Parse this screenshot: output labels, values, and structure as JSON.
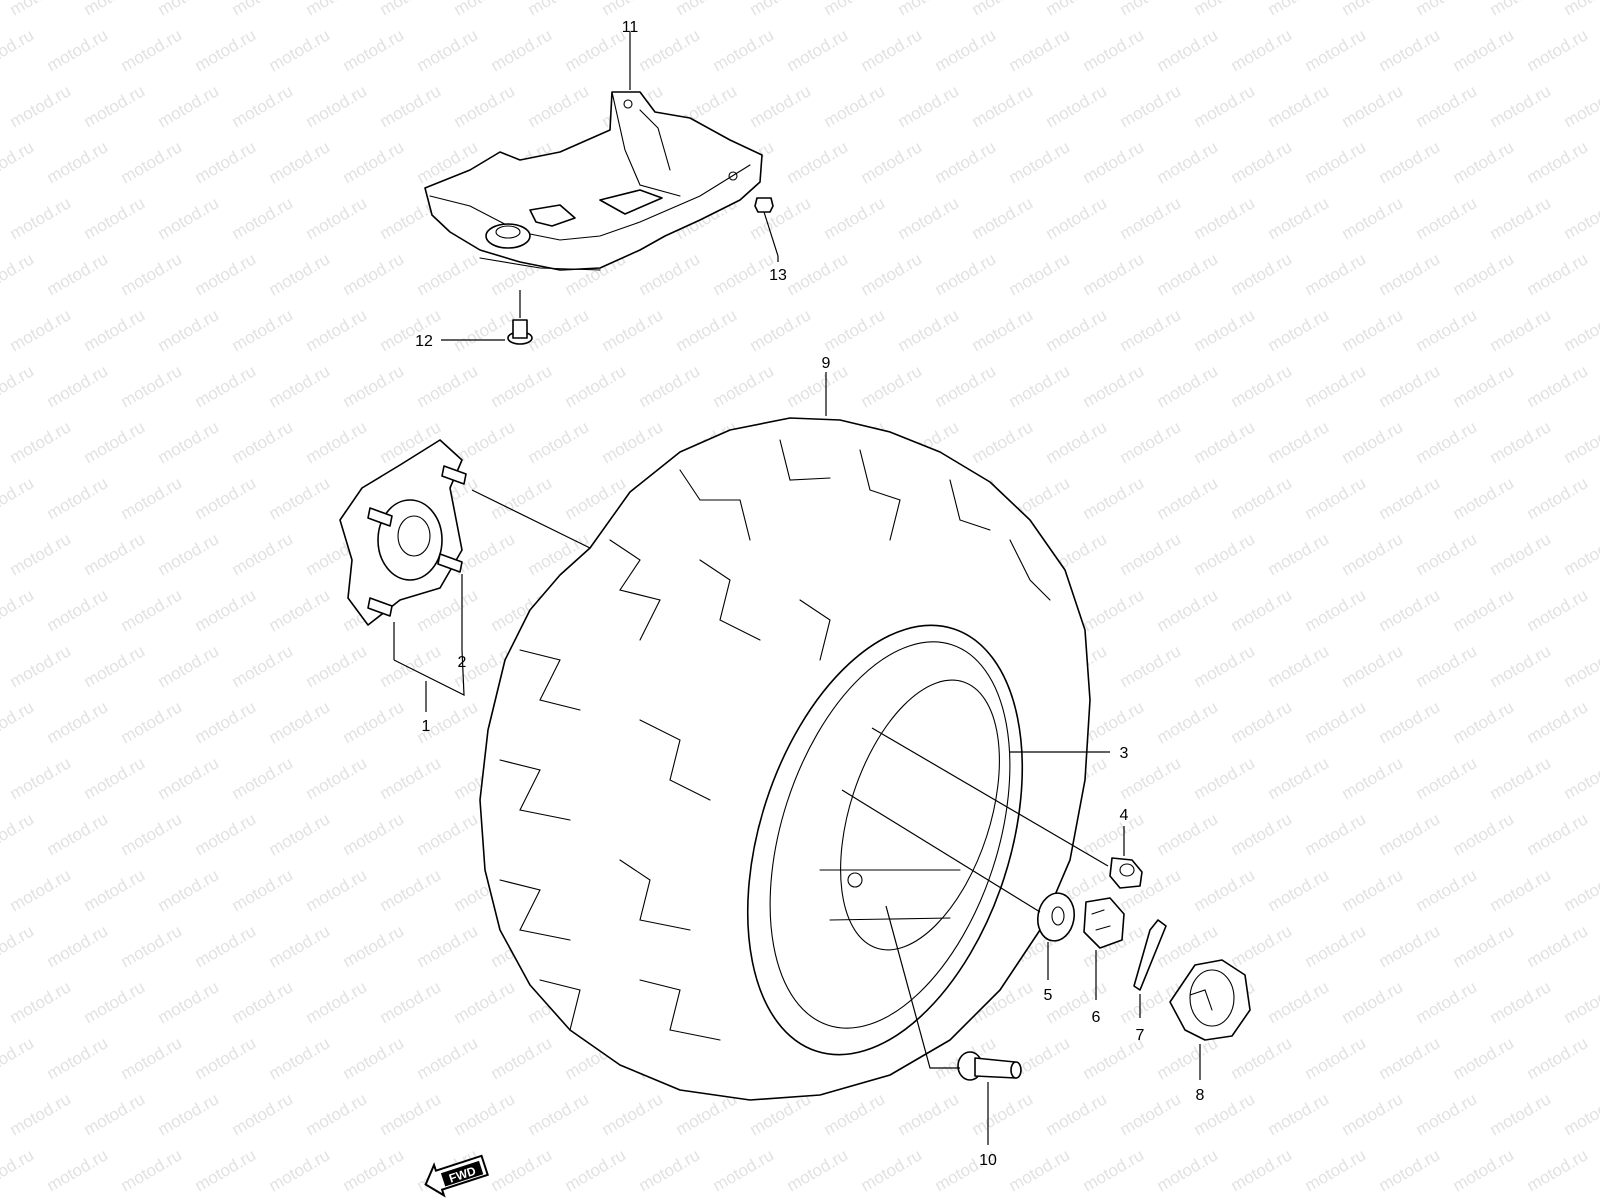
{
  "watermark": {
    "text": "motod.ru",
    "color": "#e2e2e2"
  },
  "fwd_badge": {
    "label": "FWD",
    "icon": "fwd-arrow-icon"
  },
  "callouts": [
    {
      "id": "c1",
      "label": "1"
    },
    {
      "id": "c2",
      "label": "2"
    },
    {
      "id": "c3",
      "label": "3"
    },
    {
      "id": "c4",
      "label": "4"
    },
    {
      "id": "c5",
      "label": "5"
    },
    {
      "id": "c6",
      "label": "6"
    },
    {
      "id": "c7",
      "label": "7"
    },
    {
      "id": "c8",
      "label": "8"
    },
    {
      "id": "c9",
      "label": "9"
    },
    {
      "id": "c10",
      "label": "10"
    },
    {
      "id": "c11",
      "label": "11"
    },
    {
      "id": "c12",
      "label": "12"
    },
    {
      "id": "c13",
      "label": "13"
    }
  ],
  "parts": [
    {
      "callout": "1",
      "name": "wheel-hub-icon"
    },
    {
      "callout": "2",
      "name": "hub-stud-icon"
    },
    {
      "callout": "3",
      "name": "wheel-rim-icon"
    },
    {
      "callout": "4",
      "name": "wheel-nut-icon"
    },
    {
      "callout": "5",
      "name": "washer-icon"
    },
    {
      "callout": "6",
      "name": "castle-nut-icon"
    },
    {
      "callout": "7",
      "name": "cotter-pin-icon"
    },
    {
      "callout": "8",
      "name": "hub-cap-icon"
    },
    {
      "callout": "9",
      "name": "tire-icon"
    },
    {
      "callout": "10",
      "name": "tire-valve-icon"
    },
    {
      "callout": "11",
      "name": "skid-plate-icon"
    },
    {
      "callout": "12",
      "name": "mounting-bolt-icon"
    },
    {
      "callout": "13",
      "name": "flange-bolt-icon"
    }
  ]
}
